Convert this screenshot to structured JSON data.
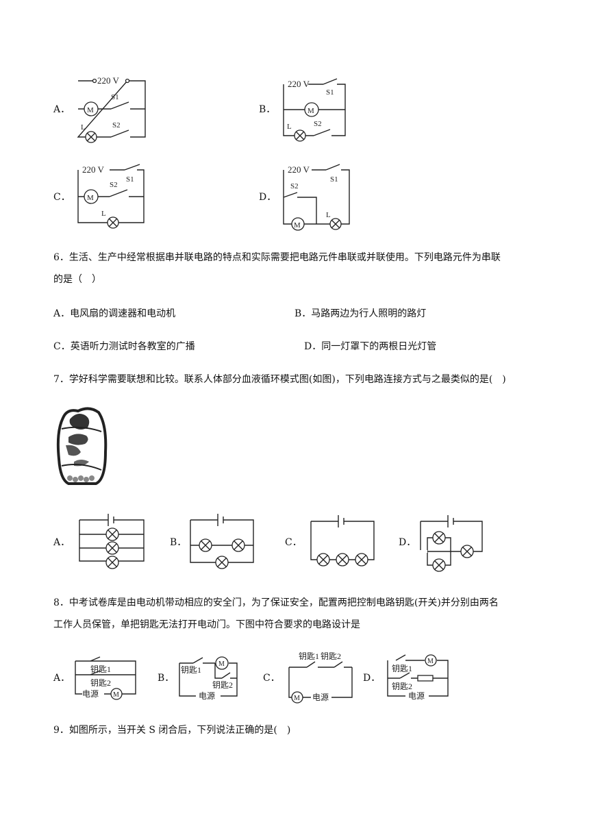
{
  "q5": {
    "options": [
      {
        "letter": "A．",
        "source": "220 V",
        "labels": [
          "S1",
          "S2",
          "L",
          "M"
        ]
      },
      {
        "letter": "B．",
        "source": "220 V",
        "labels": [
          "S1",
          "S2",
          "L",
          "M"
        ]
      },
      {
        "letter": "C．",
        "source": "220 V",
        "labels": [
          "S1",
          "S2",
          "L",
          "M"
        ]
      },
      {
        "letter": "D．",
        "source": "220 V",
        "labels": [
          "S1",
          "S2",
          "L",
          "M"
        ]
      }
    ]
  },
  "q6": {
    "stem_line1": "6．生活、生产中经常根据串并联电路的特点和实际需要把电路元件串联或并联使用。下列电路元件为串联",
    "stem_line2": "的是（　）",
    "a": "A．电风扇的调速器和电动机",
    "b": "B．马路两边为行人照明的路灯",
    "c": "C．英语听力测试时各教室的广播",
    "d": "D．同一灯罩下的两根日光灯管"
  },
  "q7": {
    "stem": "7．学好科学需要联想和比较。联系人体部分血液循环模式图(如图)，下列电路连接方式与之最类似的是(　)",
    "letters": [
      "A．",
      "B．",
      "C．",
      "D．"
    ]
  },
  "q8": {
    "stem_line1": "8．中考试卷库是由电动机带动相应的安全门，为了保证安全，配置两把控制电路钥匙(开关)并分别由两名",
    "stem_line2": "工作人员保管，单把钥匙无法打开电动门。下图中符合要求的电路设计是",
    "letters": [
      "A．",
      "B．",
      "C．",
      "D．"
    ],
    "key1": "钥匙1",
    "key2": "钥匙2",
    "power": "电源",
    "motor": "M"
  },
  "q9": {
    "stem": "9．如图所示，当开关 S 闭合后，下列说法正确的是(　)"
  }
}
